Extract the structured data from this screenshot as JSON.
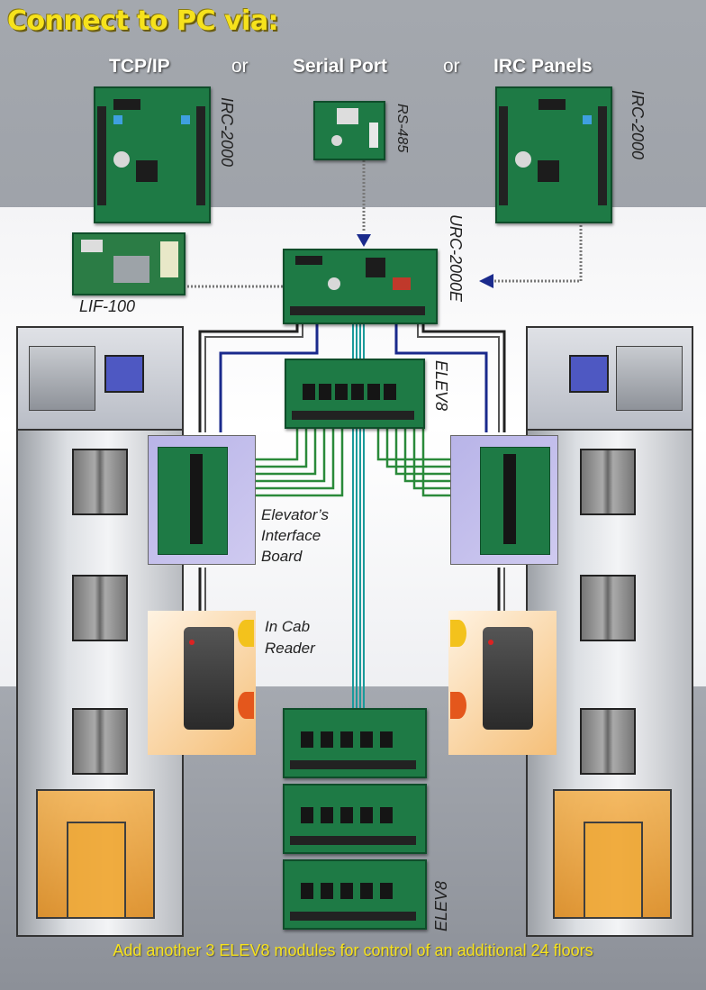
{
  "heading": "Connect to PC via:",
  "options": {
    "tcp": "TCP/IP",
    "or1": "or",
    "serial": "Serial Port",
    "or2": "or",
    "panels": "IRC Panels"
  },
  "devices": {
    "irc_left": "IRC-2000",
    "rs485": "RS-485",
    "irc_right": "IRC-2000",
    "lif": "LIF-100",
    "urc": "URC-2000E",
    "elev8_top": "ELEV8",
    "elev8_bottom": "ELEV8"
  },
  "labels": {
    "interface_l1": "Elevator’s",
    "interface_l2": "Interface",
    "interface_l3": "Board",
    "reader_l1": "In Cab",
    "reader_l2": "Reader"
  },
  "footer": "Add another 3 ELEV8 modules for control of an additional 24 floors",
  "colors": {
    "accent_yellow": "#f6e21c",
    "pcb_green": "#1e7a45",
    "wire_blue": "#1a2a8c",
    "wire_green": "#2a8a3a",
    "wire_teal": "#1a9a9a"
  }
}
